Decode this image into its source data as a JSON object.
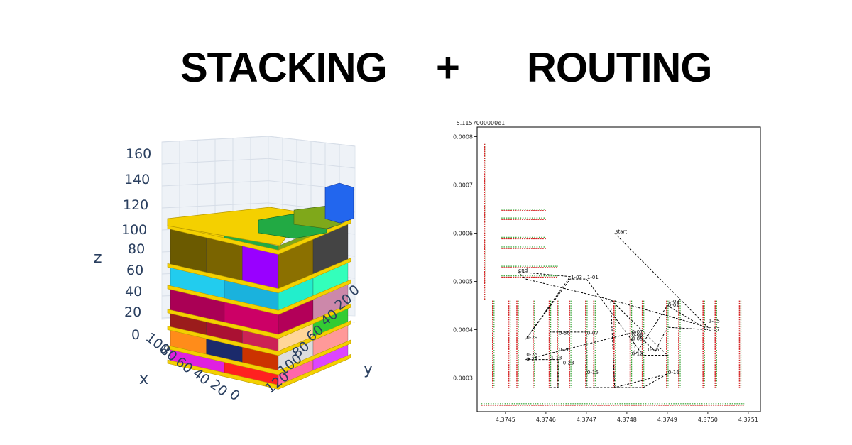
{
  "headline": {
    "left": "STACKING",
    "plus": "+",
    "right": "ROUTING"
  },
  "colors": {
    "title": "#000000",
    "axis_text": "#2a3f5f",
    "pallet_gold": "#f4d000",
    "route": "#000000",
    "red_marker": "#d62728",
    "green_marker": "#2ca02c"
  },
  "chart_data": [
    {
      "type": "3d-bar",
      "axis_titles": {
        "x": "x",
        "y": "y",
        "z": "z"
      },
      "z_ticks": [
        "160",
        "140",
        "120",
        "100",
        "80",
        "60",
        "40",
        "20",
        "0"
      ],
      "x_ticks": [
        "100",
        "80",
        "60",
        "40",
        "20",
        "0"
      ],
      "y_ticks": [
        "120",
        "100",
        "80",
        "60",
        "40",
        "20",
        "0"
      ],
      "zlim": [
        0,
        160
      ],
      "layers": [
        {
          "z": 0,
          "colors": [
            "#e020e0",
            "#ff2020",
            "#ff66aa",
            "#dd44ff"
          ]
        },
        {
          "z": 12,
          "colors": [
            "#ff8c1a",
            "#1b2a6b",
            "#cc3300",
            "#dddddd",
            "#ff9999"
          ]
        },
        {
          "z": 28,
          "colors": [
            "#9b1c1c",
            "#aa1133",
            "#cc2255",
            "#ffd699",
            "#33cc33"
          ]
        },
        {
          "z": 42,
          "colors": [
            "#aa0055",
            "#cc0066",
            "#b30059",
            "#cc88aa"
          ]
        },
        {
          "z": 62,
          "colors": [
            "#22ccee",
            "#1ab2dd",
            "#22eecc",
            "#33ffbb"
          ]
        },
        {
          "z": 80,
          "colors": [
            "#6b5a00",
            "#7a6400",
            "#9900ff",
            "#8b7000",
            "#444444"
          ]
        },
        {
          "z": 112,
          "colors": [
            "#f4d000",
            "#22aa44",
            "#7fa81a",
            "#2266ee"
          ]
        }
      ]
    },
    {
      "type": "scatter",
      "offset_label": "+5.1157000000e1",
      "x_ticks": [
        "4.3745",
        "4.3746",
        "4.3747",
        "4.3748",
        "4.3749",
        "4.3750",
        "4.3751"
      ],
      "y_ticks": [
        "0.0008",
        "0.0007",
        "0.0006",
        "0.0005",
        "0.0004",
        "0.0003"
      ],
      "xlim": [
        4.37443,
        4.37513
      ],
      "ylim": [
        0.00023,
        0.00082
      ],
      "annotations": [
        {
          "label": "start",
          "x": 4.37477,
          "y": 0.0006
        },
        {
          "label": "end",
          "x": 4.37453,
          "y": 0.00052
        },
        {
          "label": "1-03",
          "x": 4.37466,
          "y": 0.000505
        },
        {
          "label": "1-01",
          "x": 4.3747,
          "y": 0.000505
        },
        {
          "label": "0-29",
          "x": 4.37455,
          "y": 0.00038
        },
        {
          "label": "0-30",
          "x": 4.37463,
          "y": 0.00039
        },
        {
          "label": "0-26",
          "x": 4.37463,
          "y": 0.000355
        },
        {
          "label": "0-25",
          "x": 4.37455,
          "y": 0.000345
        },
        {
          "label": "0-23",
          "x": 4.37455,
          "y": 0.000335
        },
        {
          "label": "1-13",
          "x": 4.37461,
          "y": 0.000338
        },
        {
          "label": "0-23",
          "x": 4.37464,
          "y": 0.000328
        },
        {
          "label": "0-07",
          "x": 4.3747,
          "y": 0.00039
        },
        {
          "label": "0-16",
          "x": 4.3747,
          "y": 0.000308
        },
        {
          "label": "0-07",
          "x": 4.37481,
          "y": 0.000392
        },
        {
          "label": "0-08",
          "x": 4.37481,
          "y": 0.000385
        },
        {
          "label": "0-05",
          "x": 4.37481,
          "y": 0.000378
        },
        {
          "label": "0-26",
          "x": 4.37485,
          "y": 0.000355
        },
        {
          "label": "0-12",
          "x": 4.37481,
          "y": 0.000347
        },
        {
          "label": "0-16",
          "x": 4.3749,
          "y": 0.000308
        },
        {
          "label": "1-03",
          "x": 4.3749,
          "y": 0.000455
        },
        {
          "label": "0-02",
          "x": 4.3749,
          "y": 0.000448
        },
        {
          "label": "1-05",
          "x": 4.375,
          "y": 0.000415
        },
        {
          "label": "0-07",
          "x": 4.375,
          "y": 0.000398
        }
      ],
      "route": [
        [
          4.37477,
          0.0006
        ],
        [
          4.375,
          0.000405
        ],
        [
          4.37476,
          0.000462
        ],
        [
          4.3749,
          0.000347
        ],
        [
          4.37484,
          0.000347
        ],
        [
          4.3747,
          0.000505
        ],
        [
          4.37466,
          0.000505
        ],
        [
          4.37455,
          0.00038
        ],
        [
          4.37466,
          0.00051
        ],
        [
          4.37453,
          0.00052
        ],
        [
          4.37455,
          0.000505
        ],
        [
          4.37476,
          0.000462
        ],
        [
          4.37477,
          0.00028
        ],
        [
          4.3749,
          0.000308
        ],
        [
          4.37484,
          0.00028
        ],
        [
          4.3747,
          0.00028
        ],
        [
          4.3747,
          0.000395
        ],
        [
          4.37461,
          0.000395
        ],
        [
          4.37461,
          0.00028
        ],
        [
          4.37463,
          0.00028
        ],
        [
          4.37463,
          0.000338
        ],
        [
          4.37455,
          0.000338
        ],
        [
          4.37482,
          0.000395
        ],
        [
          4.37482,
          0.000347
        ],
        [
          4.3749,
          0.00045
        ],
        [
          4.375,
          0.0004
        ],
        [
          4.3749,
          0.000405
        ],
        [
          4.37487,
          0.000355
        ],
        [
          4.37482,
          0.000395
        ]
      ],
      "aisles_vertical": [
        {
          "x": 4.37445,
          "y0": 0.00046,
          "y1": 0.000785
        },
        {
          "x": 4.37447,
          "y0": 0.00028,
          "y1": 0.00046
        },
        {
          "x": 4.37451,
          "y0": 0.00028,
          "y1": 0.00046
        },
        {
          "x": 4.37453,
          "y0": 0.00028,
          "y1": 0.00046
        },
        {
          "x": 4.37457,
          "y0": 0.00028,
          "y1": 0.00046
        },
        {
          "x": 4.37461,
          "y0": 0.00028,
          "y1": 0.00046
        },
        {
          "x": 4.37463,
          "y0": 0.00028,
          "y1": 0.00046
        },
        {
          "x": 4.37466,
          "y0": 0.00028,
          "y1": 0.00046
        },
        {
          "x": 4.3747,
          "y0": 0.00028,
          "y1": 0.00046
        },
        {
          "x": 4.37472,
          "y0": 0.00028,
          "y1": 0.00046
        },
        {
          "x": 4.37477,
          "y0": 0.00028,
          "y1": 0.00046
        },
        {
          "x": 4.37481,
          "y0": 0.00028,
          "y1": 0.00046
        },
        {
          "x": 4.37484,
          "y0": 0.00028,
          "y1": 0.00046
        },
        {
          "x": 4.3749,
          "y0": 0.00028,
          "y1": 0.00046
        },
        {
          "x": 4.37493,
          "y0": 0.00028,
          "y1": 0.00046
        },
        {
          "x": 4.37499,
          "y0": 0.00028,
          "y1": 0.00046
        },
        {
          "x": 4.37502,
          "y0": 0.00028,
          "y1": 0.00046
        },
        {
          "x": 4.37508,
          "y0": 0.00028,
          "y1": 0.00046
        }
      ],
      "aisles_horizontal": [
        {
          "y": 0.000648,
          "x0": 4.37449,
          "x1": 4.3746
        },
        {
          "y": 0.00063,
          "x0": 4.37449,
          "x1": 4.3746
        },
        {
          "y": 0.00059,
          "x0": 4.37449,
          "x1": 4.3746
        },
        {
          "y": 0.00057,
          "x0": 4.37449,
          "x1": 4.3746
        },
        {
          "y": 0.00053,
          "x0": 4.37449,
          "x1": 4.37463
        },
        {
          "y": 0.00051,
          "x0": 4.37449,
          "x1": 4.37463
        },
        {
          "y": 0.000245,
          "x0": 4.37444,
          "x1": 4.37509
        }
      ]
    }
  ]
}
